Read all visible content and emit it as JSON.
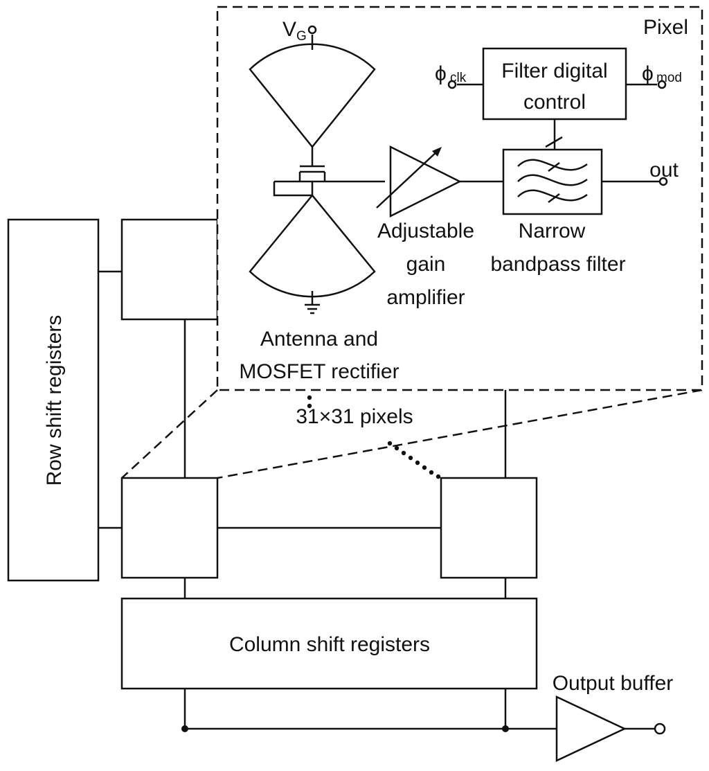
{
  "pixel_box": {
    "title": "Pixel",
    "vg_main": "V",
    "vg_sub": "G",
    "phi_symbol": "ϕ",
    "clk_sub": "clk",
    "mod_sub": "mod",
    "out_label": "out",
    "filter_control": [
      "Filter digital",
      "control"
    ],
    "amplifier_label": [
      "Adjustable",
      "gain",
      "amplifier"
    ],
    "filter_label": [
      "Narrow",
      "bandpass filter"
    ],
    "antenna_label": [
      "Antenna and",
      "MOSFET rectifier"
    ]
  },
  "array": {
    "row_shift_registers": "Row shift registers",
    "column_shift_registers": "Column shift registers",
    "pixel_count": "31×31 pixels",
    "output_buffer": "Output buffer"
  }
}
